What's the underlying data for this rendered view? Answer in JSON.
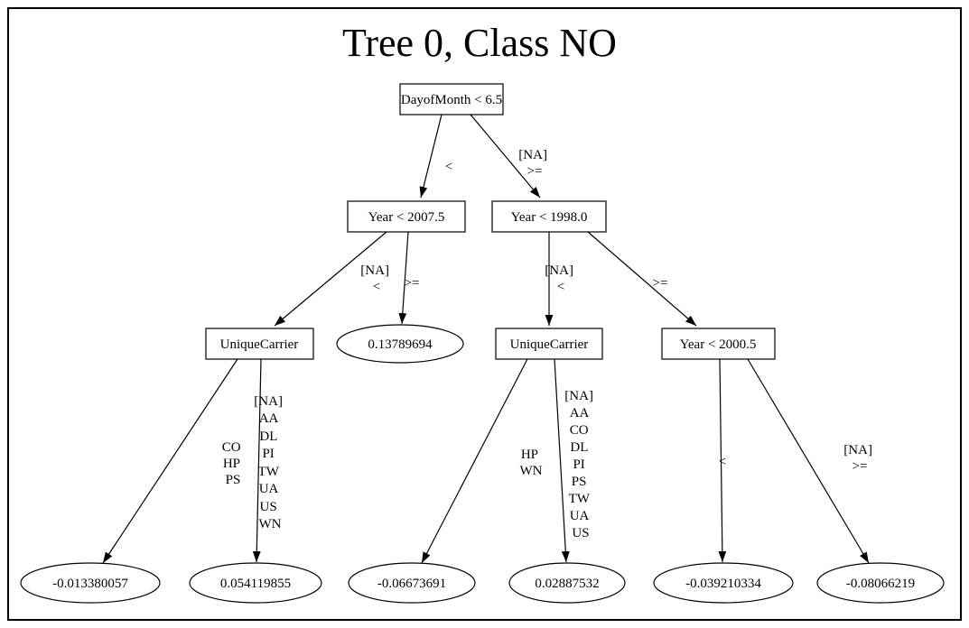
{
  "diagram": {
    "title": "Tree 0, Class NO"
  },
  "nodes": {
    "root": {
      "label": "DayofMonth < 6.5"
    },
    "year_lt_2007_5": {
      "label": "Year < 2007.5"
    },
    "year_lt_1998_0": {
      "label": "Year < 1998.0"
    },
    "unique_carrier_left": {
      "label": "UniqueCarrier"
    },
    "unique_carrier_right": {
      "label": "UniqueCarrier"
    },
    "year_lt_2000_5": {
      "label": "Year < 2000.5"
    },
    "leaf_a": {
      "label": "0.13789694"
    },
    "leaf_b": {
      "label": "-0.013380057"
    },
    "leaf_c": {
      "label": "0.054119855"
    },
    "leaf_d": {
      "label": "-0.06673691"
    },
    "leaf_e": {
      "label": "0.02887532"
    },
    "leaf_f": {
      "label": "-0.039210334"
    },
    "leaf_g": {
      "label": "-0.08066219"
    }
  },
  "edges": {
    "root_lt": {
      "lines": [
        "<"
      ]
    },
    "root_ge": {
      "lines": [
        "[NA]",
        ">="
      ]
    },
    "y2007_lt": {
      "lines": [
        "[NA]",
        "<"
      ]
    },
    "y2007_ge": {
      "lines": [
        ">="
      ]
    },
    "y1998_lt": {
      "lines": [
        "[NA]",
        "<"
      ]
    },
    "y1998_ge": {
      "lines": [
        ">="
      ]
    },
    "carrier_left_a": {
      "lines": [
        "CO",
        "HP",
        "PS"
      ]
    },
    "carrier_left_b": {
      "lines": [
        "[NA]",
        "AA",
        "DL",
        "PI",
        "TW",
        "UA",
        "US",
        "WN"
      ]
    },
    "carrier_right_a": {
      "lines": [
        "HP",
        "WN"
      ]
    },
    "carrier_right_b": {
      "lines": [
        "[NA]",
        "AA",
        "CO",
        "DL",
        "PI",
        "PS",
        "TW",
        "UA",
        "US"
      ]
    },
    "y2000_lt": {
      "lines": [
        "<"
      ]
    },
    "y2000_ge": {
      "lines": [
        "[NA]",
        ">="
      ]
    }
  }
}
